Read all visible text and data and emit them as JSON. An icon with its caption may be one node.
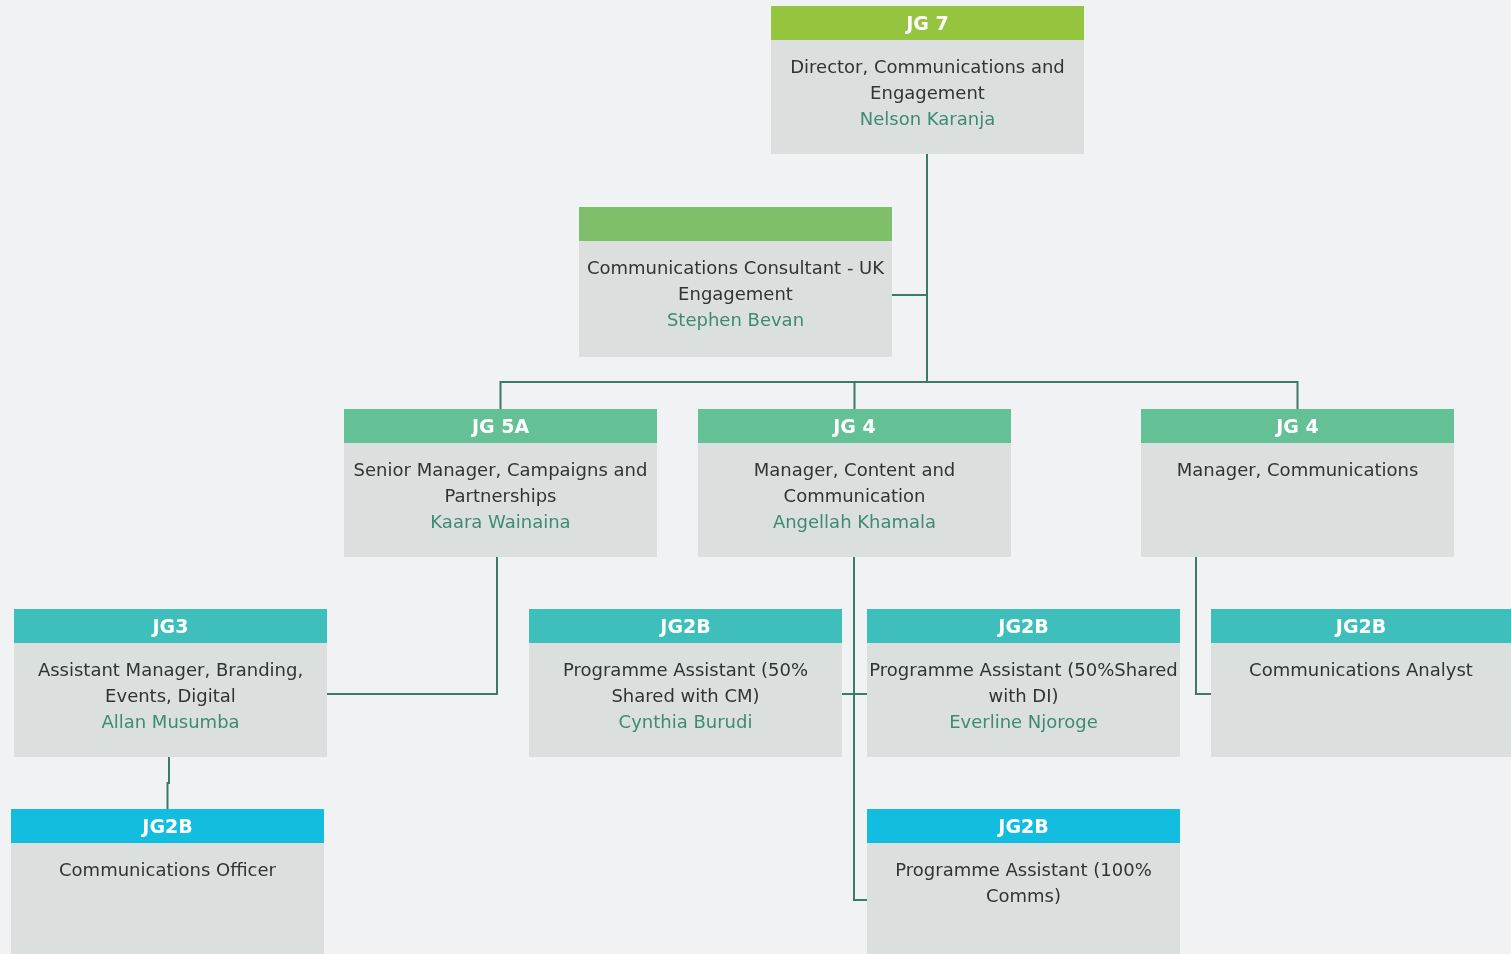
{
  "diagram": {
    "nodes": [
      {
        "text": [
          "JG 7",
          "Director, Communications and Engagement",
          "Nelson Karanja"
        ]
      },
      {
        "text": [
          "Communications Consultant - UK Engagement",
          "Stephen Bevan"
        ]
      },
      {
        "text": [
          "JG 5A",
          "Senior Manager, Campaigns and Partnerships",
          "Kaara Wainaina"
        ]
      },
      {
        "text": [
          "JG 4",
          "Manager, Content and Communication",
          "Angellah Khamala"
        ]
      },
      {
        "text": [
          "JG 4",
          "Manager, Communications"
        ]
      },
      {
        "text": [
          "JG3",
          "Assistant Manager, Branding, Events, Digital",
          "Allan Musumba"
        ]
      },
      {
        "text": [
          "JG2B",
          "Programme Assistant (50% Shared with CM)",
          "Cynthia Burudi"
        ]
      },
      {
        "text": [
          "JG2B",
          "Programme Assistant (50%Shared with DI)",
          "Everline Njoroge"
        ]
      },
      {
        "text": [
          "JG2B",
          "Communications Analyst"
        ]
      },
      {
        "text": [
          "JG2B",
          "Communications Officer"
        ]
      },
      {
        "text": [
          "JG2B",
          "Programme Assistant (100% Comms)"
        ]
      }
    ],
    "edges": [
      {
        "from": 0,
        "to": 1,
        "arrow": "none"
      },
      {
        "from": 0,
        "to": 2,
        "arrow": "none"
      },
      {
        "from": 0,
        "to": 3,
        "arrow": "none"
      },
      {
        "from": 0,
        "to": 4,
        "arrow": "none"
      },
      {
        "from": 2,
        "to": 5,
        "arrow": "none"
      },
      {
        "from": 3,
        "to": 6,
        "arrow": "none"
      },
      {
        "from": 3,
        "to": 7,
        "arrow": "none"
      },
      {
        "from": 3,
        "to": 10,
        "arrow": "none"
      },
      {
        "from": 4,
        "to": 8,
        "arrow": "none"
      },
      {
        "from": 5,
        "to": 9,
        "arrow": "none"
      }
    ]
  }
}
